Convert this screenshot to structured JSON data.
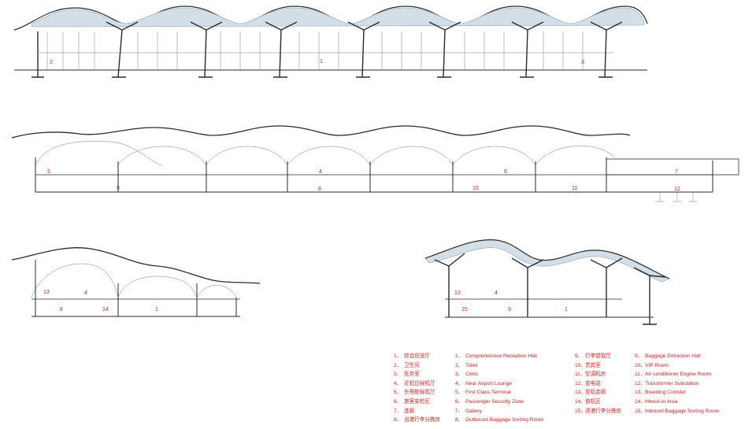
{
  "sections": [
    {
      "id": "s1",
      "labels": [
        "1",
        "2",
        "3"
      ]
    },
    {
      "id": "s2",
      "labels": [
        "4",
        "5",
        "6",
        "7",
        "8",
        "9",
        "10",
        "11",
        "12"
      ]
    },
    {
      "id": "s3",
      "labels": [
        "13",
        "4",
        "8",
        "14",
        "1"
      ]
    },
    {
      "id": "s4",
      "labels": [
        "13",
        "4",
        "15",
        "9",
        "1"
      ]
    }
  ],
  "legend_cn_1": [
    {
      "n": "1、",
      "t": "综合迎送厅"
    },
    {
      "n": "2、",
      "t": "卫生间"
    },
    {
      "n": "3、",
      "t": "医务室"
    },
    {
      "n": "4、",
      "t": "近机位候机厅"
    },
    {
      "n": "5、",
      "t": "头等舱候机厅"
    },
    {
      "n": "6、",
      "t": "旅客安检区"
    },
    {
      "n": "7、",
      "t": "连廊"
    },
    {
      "n": "8、",
      "t": "出港行李分拣房"
    }
  ],
  "legend_en_1": [
    {
      "n": "1、",
      "t": "Comprehensive Reception Hall"
    },
    {
      "n": "2、",
      "t": "Toilet"
    },
    {
      "n": "3、",
      "t": "Clinic"
    },
    {
      "n": "4、",
      "t": "Near Airport Lounge"
    },
    {
      "n": "5、",
      "t": "First Class Terminal"
    },
    {
      "n": "6、",
      "t": "Passenger Security Zone"
    },
    {
      "n": "7、",
      "t": "Gallery"
    },
    {
      "n": "8、",
      "t": "Outbound Baggage Sorting Room"
    }
  ],
  "legend_cn_2": [
    {
      "n": "9、",
      "t": "行李提取厅"
    },
    {
      "n": "10、",
      "t": "贵宾室"
    },
    {
      "n": "11、",
      "t": "空调机房"
    },
    {
      "n": "12、",
      "t": "变电站"
    },
    {
      "n": "13、",
      "t": "登机走廊"
    },
    {
      "n": "14、",
      "t": "值机区"
    },
    {
      "n": "15、",
      "t": "进港行李分拣房"
    }
  ],
  "legend_en_2": [
    {
      "n": "9、",
      "t": "Baggage Extraction Hall"
    },
    {
      "n": "10、",
      "t": "VIP Room"
    },
    {
      "n": "11、",
      "t": "Air-conditioner Engine Room"
    },
    {
      "n": "12、",
      "t": "Transformer Substation"
    },
    {
      "n": "13、",
      "t": "Boarding Corridor"
    },
    {
      "n": "14、",
      "t": "Hheck-in Area"
    },
    {
      "n": "15、",
      "t": "Inbound Baggage Sorting Room"
    }
  ],
  "colors": {
    "label": "#d21f1f",
    "line": "#2a2a2a",
    "roof": "#b9c9d6"
  }
}
